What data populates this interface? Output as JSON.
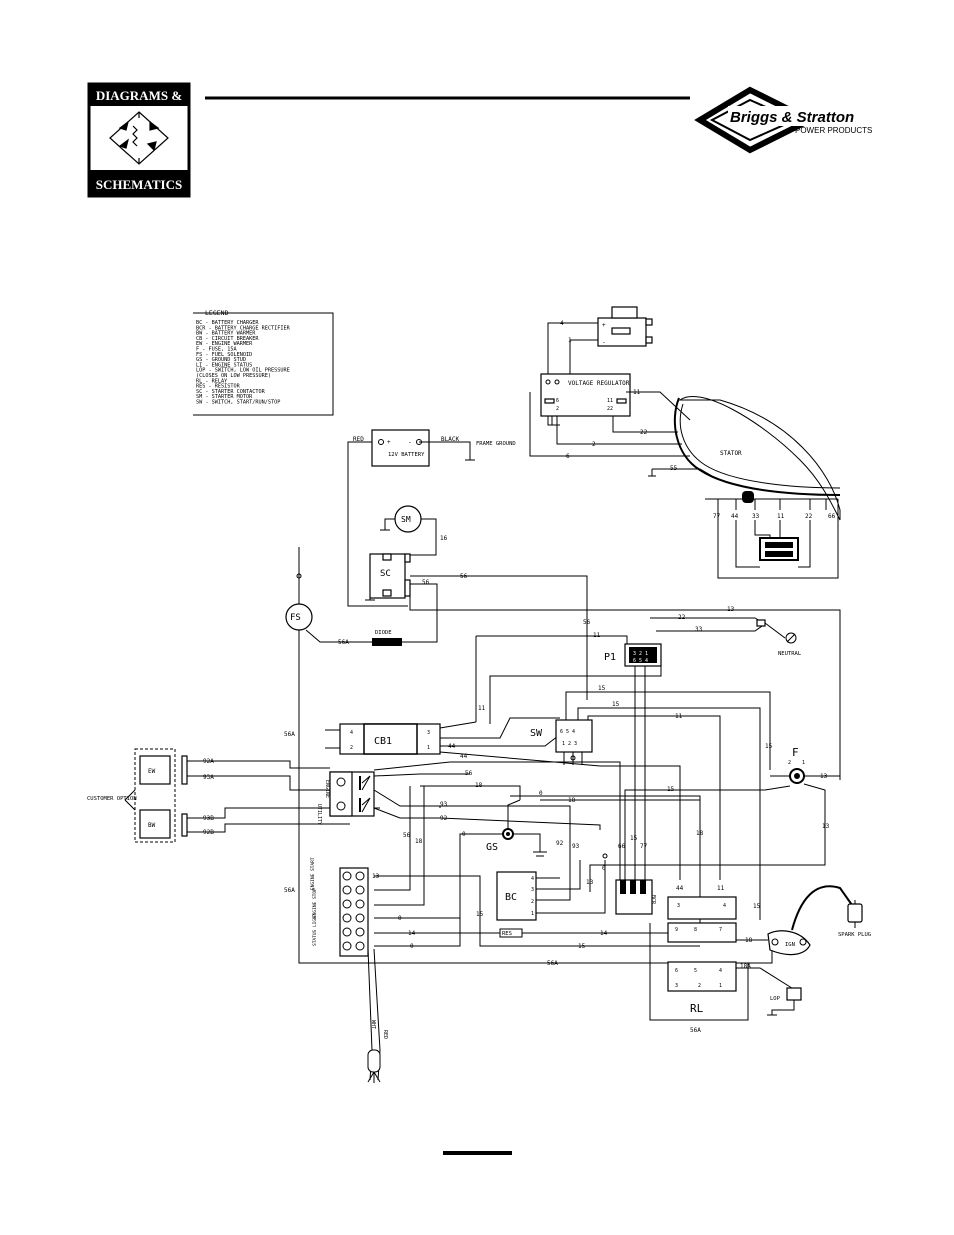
{
  "header": {
    "badge_top": "DIAGRAMS &",
    "badge_bottom": "SCHEMATICS",
    "brand_name": "Briggs & Stratton",
    "brand_sub": "POWER PRODUCTS"
  },
  "legend": {
    "title": "LEGEND",
    "items": [
      "BC  - BATTERY CHARGER",
      "BCR - BATTERY CHARGE RECTIFIER",
      "BW  - BATTERY WARMER",
      "CB  - CIRCUIT BREAKER",
      "EW  - ENGINE WARMER",
      "F   - FUSE, 15A",
      "FS  - FUEL SOLENOID",
      "GS  - GROUND STUD",
      "LI  - ENGINE STATUS",
      "LOP - SWITCH, LOW OIL PRESSURE",
      "      (CLOSES ON LOW PRESSURE)",
      "RL  - RELAY",
      "RES - RESISTOR",
      "SC  - STARTER CONTACTOR",
      "SM  - STARTER MOTOR",
      "SW  - SWITCH, START/RUN/STOP"
    ]
  },
  "components": {
    "battery": "12V BATTERY",
    "red": "RED",
    "black": "BLACK",
    "frame_ground": "FRAME GROUND",
    "voltage_regulator": "VOLTAGE REGULATOR",
    "stator": "STATOR",
    "neutral": "NEUTRAL",
    "sm": "SM",
    "sc": "SC",
    "fs": "FS",
    "diode": "DIODE",
    "p1": "P1",
    "cb1": "CB1",
    "sw": "SW",
    "f": "F",
    "ew": "EW",
    "bw": "BW",
    "customer_option": "CUSTOMER OPTION",
    "gs": "GS",
    "bc": "BC",
    "bcr": "BCR",
    "rl": "RL",
    "res": "RES",
    "ign": "IGN",
    "spark_plug": "SPARK PLUG",
    "lop": "LOP",
    "utility": "UTILITY",
    "engine": "ENGINE",
    "engine_start": "ENGINE START",
    "engine_stop": "ENGINE STOP",
    "status_light": "STATUS LIGHT",
    "wht": "WHT",
    "red_lead": "RED"
  },
  "wires": {
    "w4": "4",
    "w1": "1",
    "w11": "11",
    "w22": "22",
    "w2": "2",
    "w6": "6",
    "w55": "55",
    "w77": "77",
    "w44": "44",
    "w33": "33",
    "w66": "66",
    "w16": "16",
    "w56": "56",
    "w56a": "56A",
    "w13": "13",
    "w15": "15",
    "w0": "0",
    "w18": "18",
    "w18a": "18A",
    "w14": "14",
    "w92": "92",
    "w93": "93",
    "w92a": "92A",
    "w93a": "93A",
    "w92b": "92B",
    "w93b": "93B",
    "w8": "8",
    "w9": "9",
    "w7": "7",
    "w5": "5",
    "w3": "3"
  }
}
